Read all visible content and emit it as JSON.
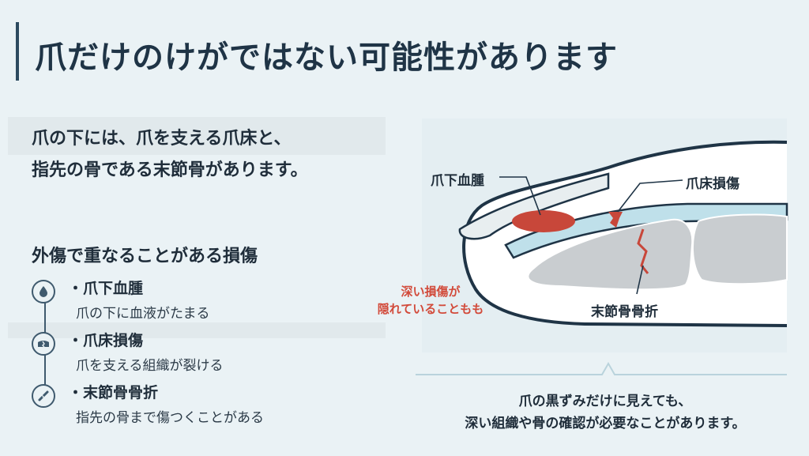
{
  "header": {
    "title": "爪だけのけがではない可能性があります"
  },
  "intro": {
    "line1": "爪の下には、爪を支える爪床と、",
    "line2": "指先の骨である末節骨があります。"
  },
  "injuries": {
    "title": "外傷で重なることがある損傷",
    "items": [
      {
        "name": "・爪下血腫",
        "desc": "爪の下に血液がたまる",
        "icon": "drop-icon"
      },
      {
        "name": "・爪床損傷",
        "desc": "爪を支える組織が裂ける",
        "icon": "tear-icon"
      },
      {
        "name": "・末節骨骨折",
        "desc": "指先の骨まで傷つくことがある",
        "icon": "bone-icon"
      }
    ]
  },
  "diagram": {
    "labels": {
      "hematoma": "爪下血腫",
      "nailbed": "爪床損傷",
      "fracture": "末節骨骨折"
    },
    "warning": {
      "line1": "深い損傷が",
      "line2": "隠れていることもも"
    },
    "colors": {
      "injury_red": "#c8473a",
      "outline": "#1f3446",
      "bone": "#c9cdd0",
      "nail": "#e8eef0"
    }
  },
  "caption": {
    "line1": "爪の黒ずみだけに見えても、",
    "line2": "深い組織や骨の確認が必要なことがあります。"
  }
}
